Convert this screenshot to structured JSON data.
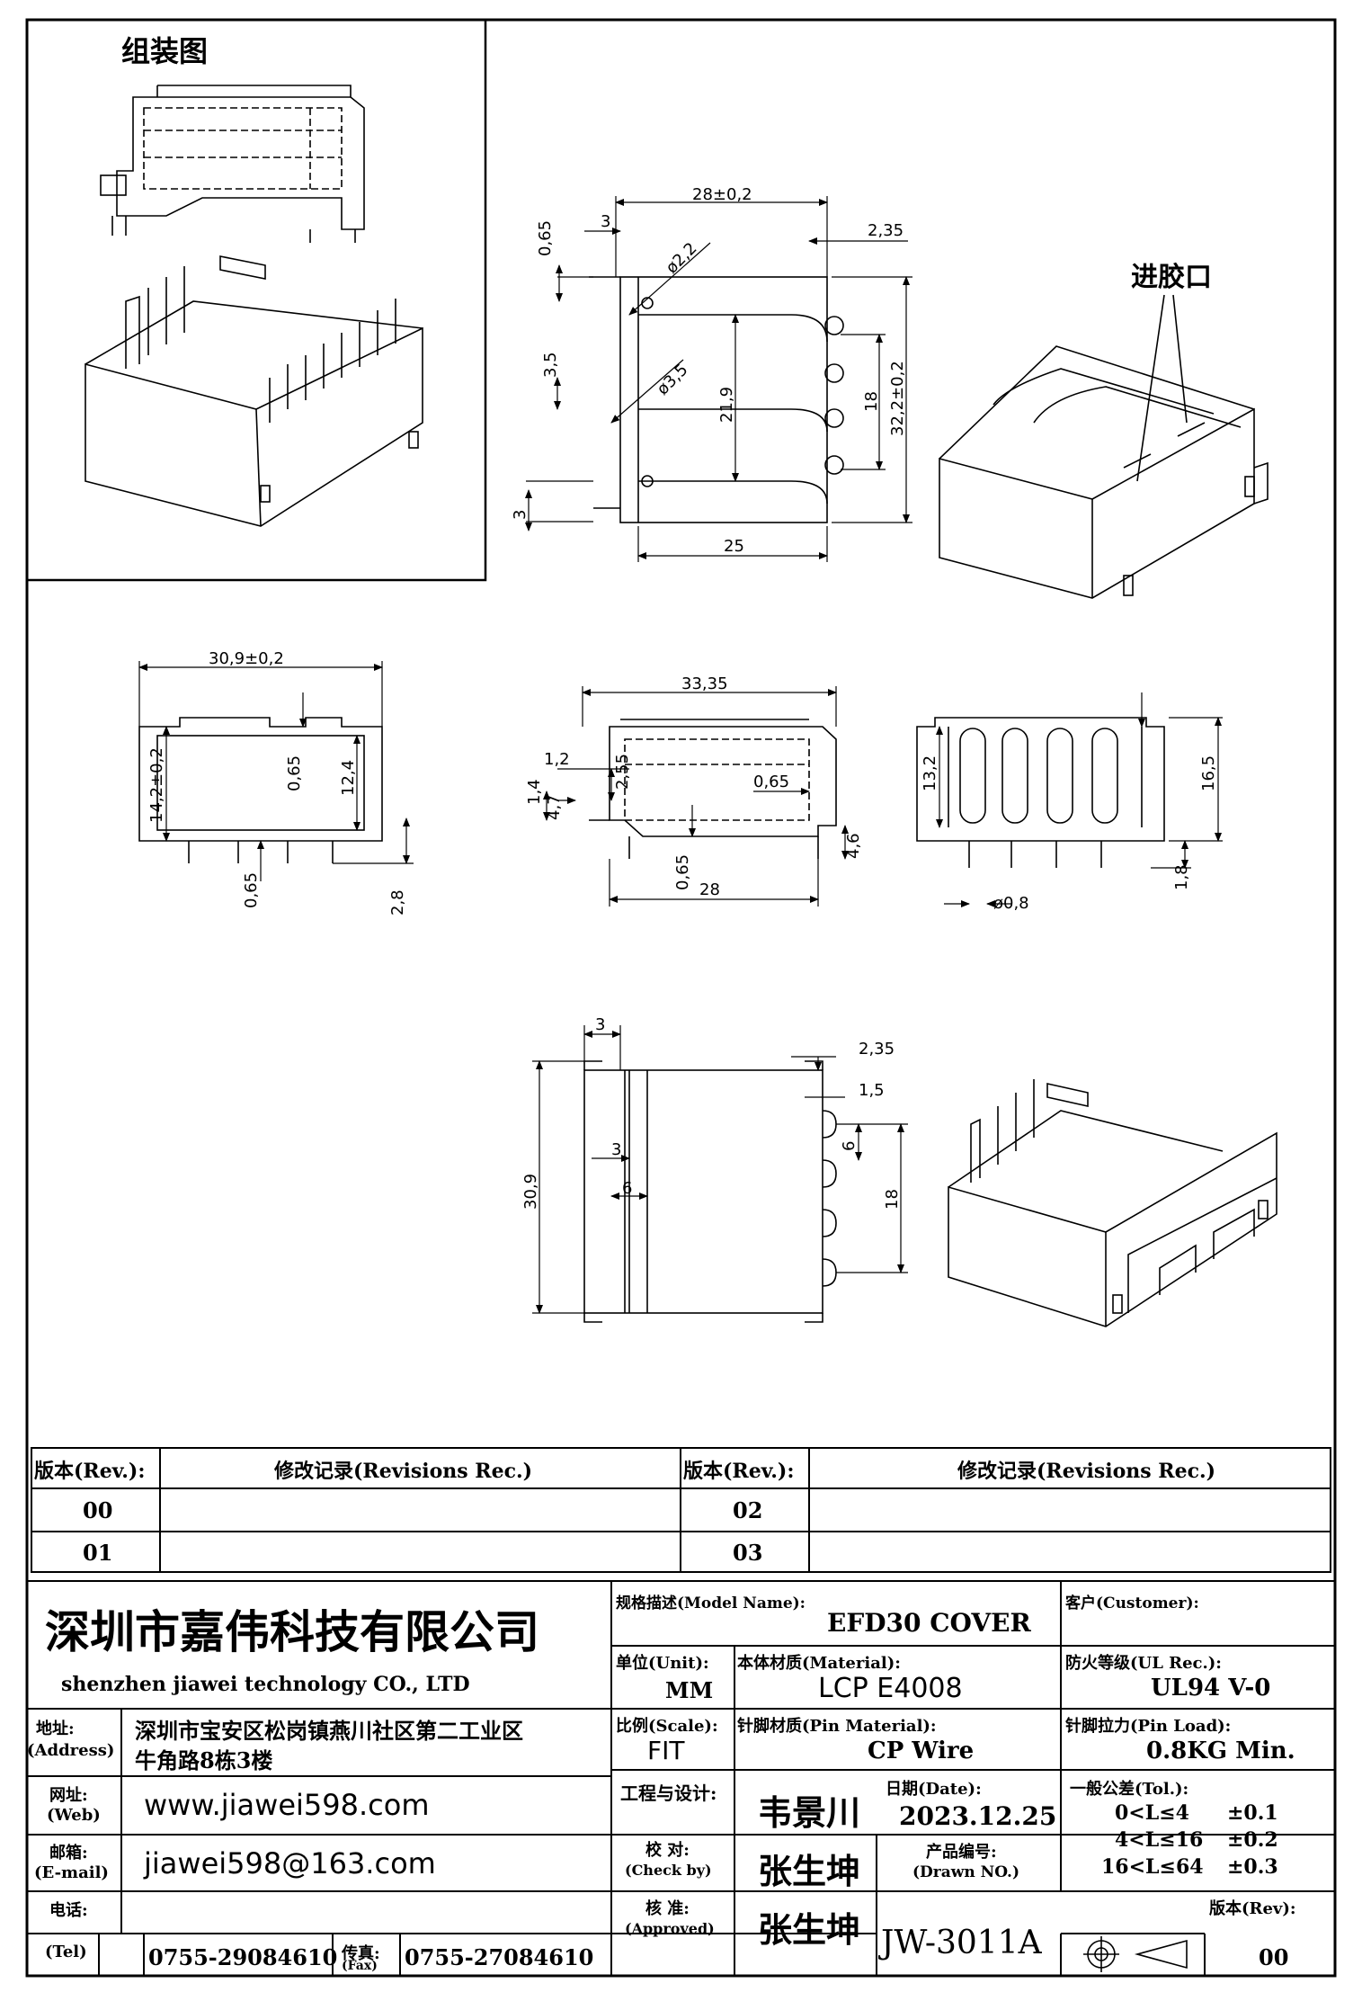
{
  "assembly_title": "组装图",
  "gate_label": "进胶口",
  "dimensions": {
    "top_view": [
      "28±0,2",
      "3",
      "0,65",
      "ø2,2",
      "2,35",
      "3,5",
      "ø3,5",
      "21,9",
      "18",
      "32,2±0,2",
      "3",
      "25"
    ],
    "front_view": [
      "30,9±0,2",
      "14,2±0,2",
      "0,65",
      "12,4",
      "0,65",
      "2,8"
    ],
    "side_view": [
      "33,35",
      "1,2",
      "2,55",
      "1,4",
      "4,7",
      "0,65",
      "0,65",
      "4,6",
      "28"
    ],
    "end_view": [
      "13,2",
      "16,5",
      "1,8",
      "ø0,8"
    ],
    "bottom_view": [
      "3",
      "2,35",
      "1,5",
      "3",
      "6",
      "6",
      "30,9",
      "18"
    ]
  },
  "revisions": {
    "header_rev": "版本(Rev.):",
    "header_rec": "修改记录(Revisions Rec.)",
    "rows": [
      {
        "left_rev": "00",
        "left_rec": "",
        "right_rev": "02",
        "right_rec": ""
      },
      {
        "left_rev": "01",
        "left_rec": "",
        "right_rev": "03",
        "right_rec": ""
      }
    ]
  },
  "title_block": {
    "company_cn": "深圳市嘉伟科技有限公司",
    "company_en": "shenzhen  jiawei  technology  CO., LTD",
    "address_label": "地址:\n(Address)",
    "address_line1": "深圳市宝安区松岗镇燕川社区第二工业区",
    "address_line2": "牛角路8栋3楼",
    "web_label": "网址:",
    "web_label_en": "(Web)",
    "web": "www.jiawei598.com",
    "mail_label": "邮箱:",
    "mail_label_en": "(E-mail)",
    "mail": "jiawei598@163.com",
    "tel_label": "电话:",
    "tel_label_en": "(Tel)",
    "tel": "0755-29084610",
    "fax_label": "传真:",
    "fax_label_en": "(Fax)",
    "fax": "0755-27084610",
    "model_label": "规格描述(Model Name):",
    "model": "EFD30 COVER",
    "customer_label": "客户(Customer):",
    "customer": "",
    "unit_label": "单位(Unit):",
    "unit": "MM",
    "material_label": "本体材质(Material):",
    "material": "LCP E4008",
    "ul_label": "防火等级(UL Rec.):",
    "ul": "UL94 V-0",
    "scale_label": "比例(Scale):",
    "scale": "FIT",
    "pin_material_label": "针脚材质(Pin Material):",
    "pin_material": "CP Wire",
    "pin_load_label": "针脚拉力(Pin Load):",
    "pin_load": "0.8KG Min.",
    "design_label": "工程与设计:",
    "designer": "韦景川",
    "date_label": "日期(Date):",
    "date": "2023.12.25",
    "tol_label": "一般公差(Tol.):",
    "tol_rows": [
      {
        "range": "0<L≤4",
        "value": "±0.1"
      },
      {
        "range": "4<L≤16",
        "value": "±0.2"
      },
      {
        "range": "16<L≤64",
        "value": "±0.3"
      }
    ],
    "check_label": "校  对:",
    "check_label_en": "(Check by)",
    "checker": "张生坤",
    "drawn_label": "产品编号:",
    "drawn_label_en": "(Drawn NO.)",
    "approve_label": "核  准:",
    "approve_label_en": "(Approved)",
    "approver": "张生坤",
    "drawing_no": "JW-3011A",
    "rev_label": "版本(Rev):",
    "rev": "00"
  }
}
